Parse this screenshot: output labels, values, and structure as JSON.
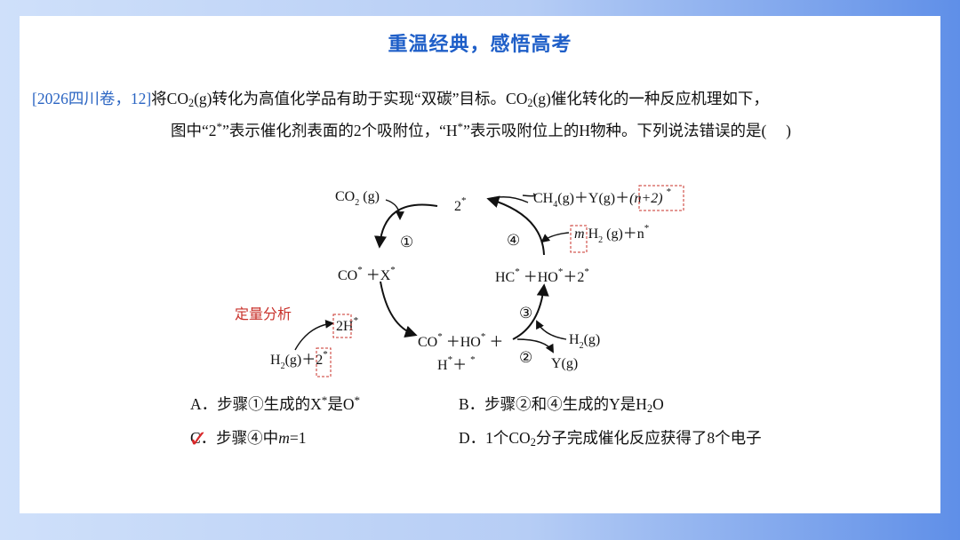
{
  "title": "重温经典，感悟高考",
  "question": {
    "source": "[2026四川卷，12]",
    "line1": [
      "将CO",
      "2",
      "(g)转化为高值化学品有助于实现“双碳”目标。CO",
      "2",
      "(g)催化转化的一种反应机理如下，"
    ],
    "line2": [
      "图中“2",
      "*",
      "”表示催化剂表面的2个吸附位，“H",
      "*",
      "”表示吸附位上的H物种。下列说法错误的是(　 )"
    ]
  },
  "diagram": {
    "co2": [
      "CO",
      "2",
      " (g)"
    ],
    "two_star": [
      "2",
      "*"
    ],
    "products_top": [
      "CH",
      "4",
      "(g)＋Y(g)＋",
      "(n+2)",
      "*"
    ],
    "h2_n": [
      "m",
      "H",
      "2",
      " (g)＋n",
      "*"
    ],
    "co_x": [
      "CO",
      "*",
      " ＋X",
      "*"
    ],
    "hc_ho": [
      "HC",
      "*",
      " ＋HO",
      "*",
      "＋2",
      "*"
    ],
    "co_ho": [
      "CO",
      "*",
      " ＋HO",
      "*",
      " ＋"
    ],
    "h_star": [
      "H",
      "*",
      "＋ ",
      "*"
    ],
    "h2_left": [
      "H",
      "2",
      "(g)＋",
      "2",
      "*"
    ],
    "two_h": [
      "2H",
      "*"
    ],
    "h2_right": [
      "H",
      "2",
      "(g)"
    ],
    "yg": "Y(g)",
    "steps": [
      "①",
      "②",
      "③",
      "④"
    ],
    "annotation": "定量分析"
  },
  "options": {
    "A": [
      "A．步骤①生成的X",
      "*",
      "是O",
      "*"
    ],
    "B": [
      "B．步骤②和④生成的Y是H",
      "2",
      "O"
    ],
    "C": [
      "C．步骤④中",
      "m",
      "=1"
    ],
    "D": [
      "D．1个CO",
      "2",
      "分子完成催化反应获得了8个电子"
    ]
  },
  "check_mark": "✓",
  "colors": {
    "title": "#1f5fc8",
    "source": "#2a64c2",
    "annotation": "#c8302a"
  }
}
